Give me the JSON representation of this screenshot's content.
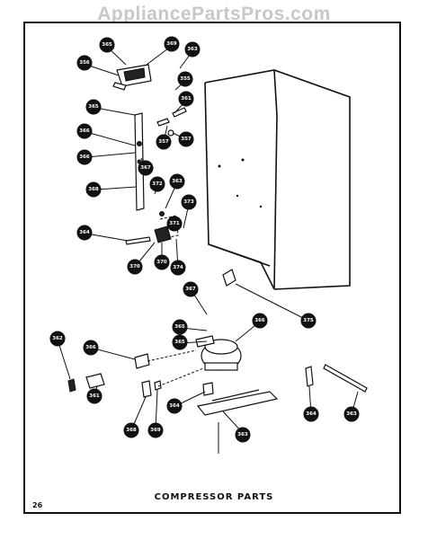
{
  "watermark": "AppliancePartsPros.com",
  "caption": "COMPRESSOR PARTS",
  "page_number": "26",
  "callouts": [
    "365",
    "369",
    "356",
    "363",
    "355",
    "365",
    "361",
    "366",
    "366",
    "357",
    "357",
    "368",
    "367",
    "372",
    "363",
    "364",
    "371",
    "373",
    "370",
    "370",
    "374",
    "375",
    "367",
    "365",
    "365",
    "366",
    "362",
    "366",
    "361",
    "364",
    "368",
    "369",
    "364",
    "363",
    "363"
  ]
}
